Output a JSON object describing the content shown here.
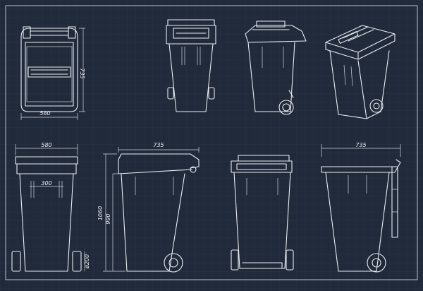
{
  "drawing": {
    "colors": {
      "background": "#212a3a",
      "grid": "#2d384a",
      "line": "#e9edf3",
      "frame": "#b8c2d0"
    },
    "views": [
      "top-view",
      "front-view-small",
      "side-view-small",
      "isometric-view",
      "front-view",
      "side-view",
      "back-view",
      "side-view-right"
    ],
    "dimensions": {
      "top_height": "735",
      "top_width": "580",
      "front_width": "580",
      "front_inner_width": "300",
      "front_wheel": "ø200",
      "side_depth": "735",
      "side_height_total": "1060",
      "side_height_body": "990",
      "right_depth": "735"
    }
  }
}
